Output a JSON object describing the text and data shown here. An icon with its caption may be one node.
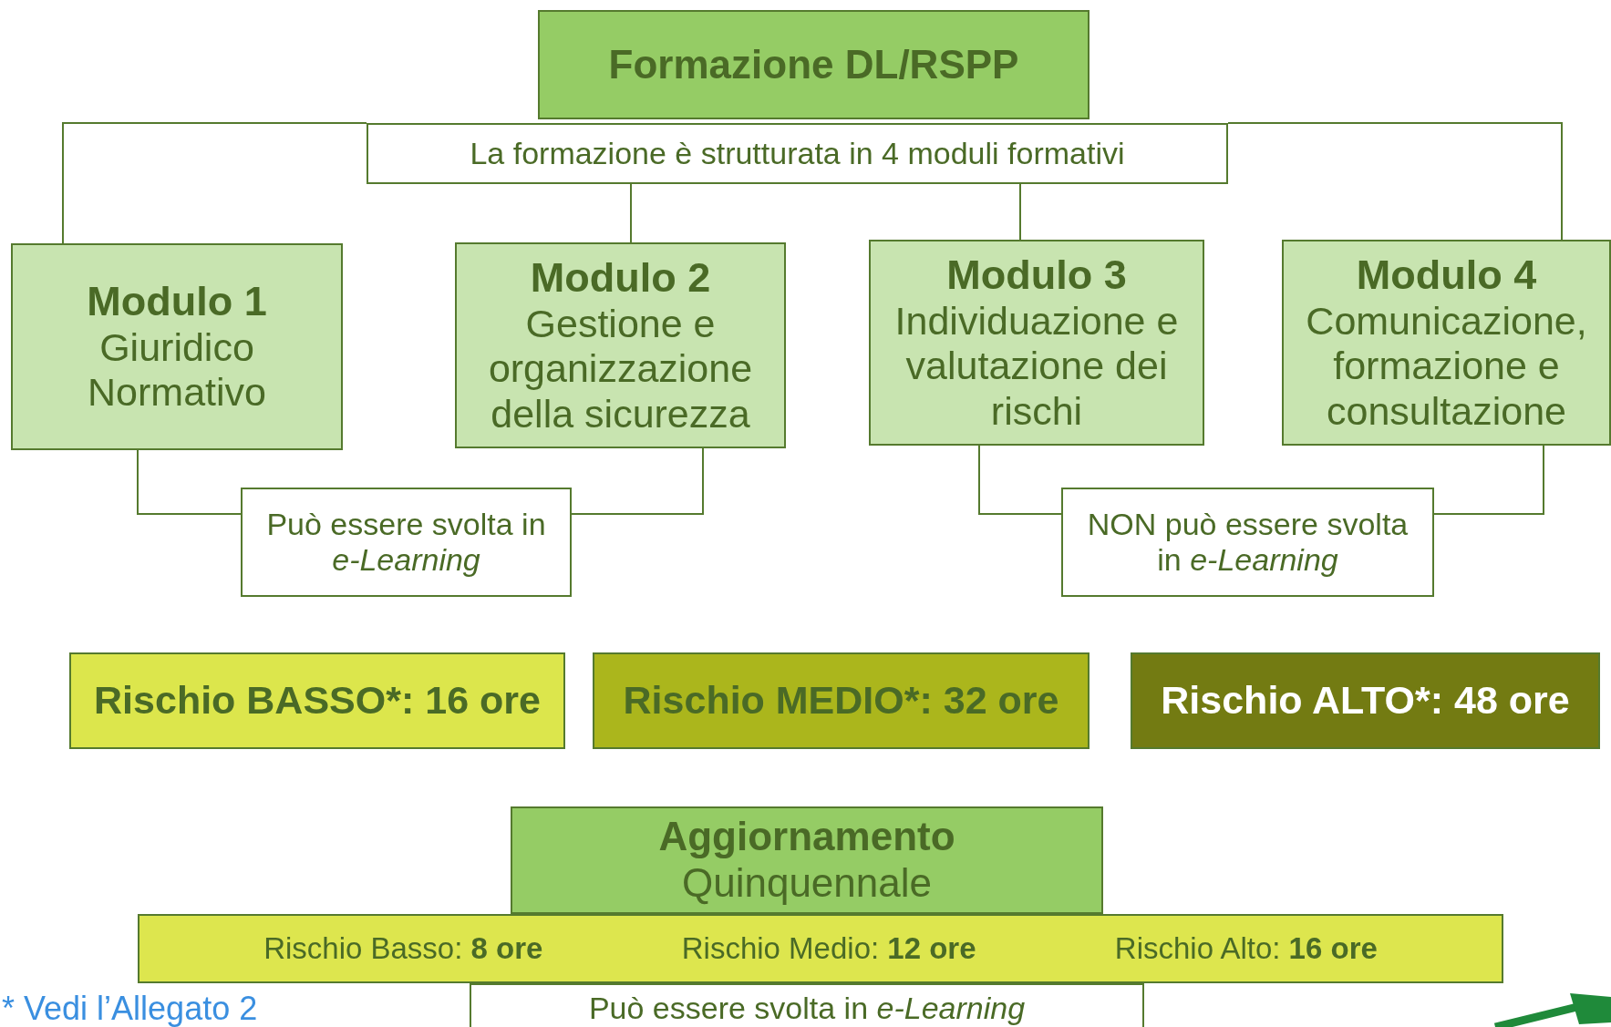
{
  "diagram": {
    "nodes": [
      {
        "text": [
          "Formazione DL/RSPP"
        ]
      },
      {
        "text": [
          "La formazione è strutturata in 4 moduli formativi"
        ]
      },
      {
        "text": [
          "Modulo 1",
          "Giuridico Normativo"
        ]
      },
      {
        "text": [
          "Modulo 2",
          "Gestione e organizzazione della sicurezza"
        ]
      },
      {
        "text": [
          "Modulo 3",
          "Individuazione e valutazione dei rischi"
        ]
      },
      {
        "text": [
          "Modulo 4",
          "Comunicazione, formazione e consultazione"
        ]
      },
      {
        "text": [
          "Può essere svolta in *e-Learning*"
        ]
      },
      {
        "text": [
          "NON può essere svolta in *e-Learning*"
        ]
      },
      {
        "text": [
          "Rischio BASSO*: 16 ore"
        ]
      },
      {
        "text": [
          "Rischio MEDIO*: 32 ore"
        ]
      },
      {
        "text": [
          "Rischio ALTO*: 48 ore"
        ]
      },
      {
        "text": [
          "Aggiornamento",
          "Quinquennale"
        ]
      },
      {
        "text": [
          "Rischio Basso: **8 ore**",
          "Rischio Medio: **12 ore**",
          "Rischio Alto: **16 ore**"
        ]
      },
      {
        "text": [
          "Può essere svolta in *e-Learning*"
        ]
      }
    ],
    "edges": [
      {
        "from": 1,
        "to": 2,
        "arrow": "none"
      },
      {
        "from": 1,
        "to": 3,
        "arrow": "none"
      },
      {
        "from": 1,
        "to": 4,
        "arrow": "none"
      },
      {
        "from": 1,
        "to": 5,
        "arrow": "none"
      },
      {
        "from": 2,
        "to": 6,
        "arrow": "none"
      },
      {
        "from": 3,
        "to": 6,
        "arrow": "none"
      },
      {
        "from": 4,
        "to": 7,
        "arrow": "none"
      },
      {
        "from": 5,
        "to": 7,
        "arrow": "none"
      }
    ],
    "labels": [
      "* Vedi l’Allegato 2"
    ]
  }
}
